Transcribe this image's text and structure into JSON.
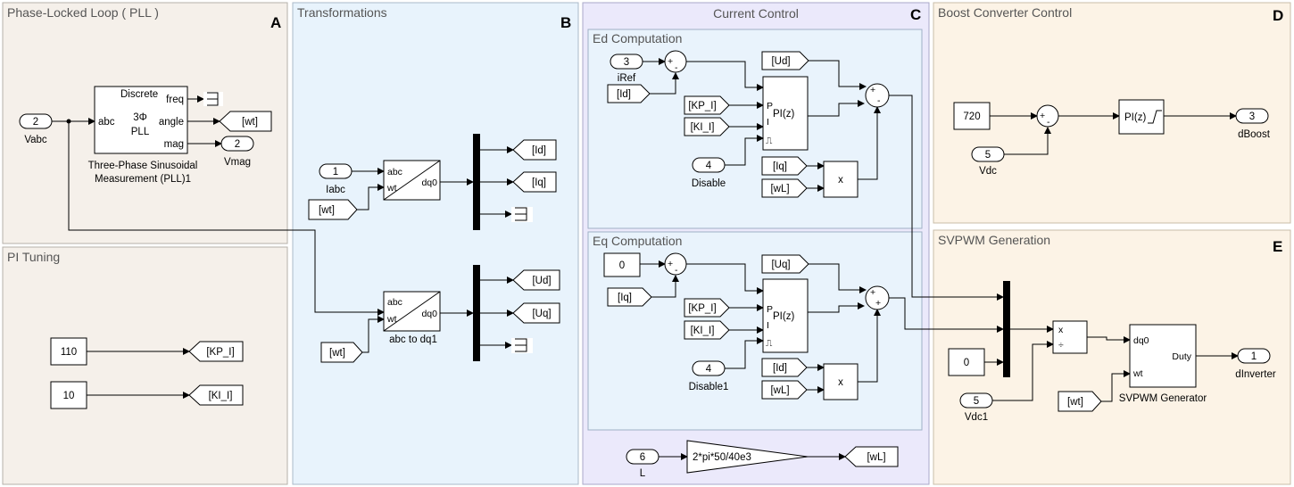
{
  "areas": {
    "A": {
      "title": "Phase-Locked Loop ( PLL )",
      "letter": "A"
    },
    "pi": {
      "title": "PI Tuning"
    },
    "B": {
      "title": "Transformations",
      "letter": "B"
    },
    "C": {
      "title": "Current Control",
      "letter": "C"
    },
    "ed": {
      "title": "Ed Computation"
    },
    "eq": {
      "title": "Eq Computation"
    },
    "D": {
      "title": "Boost Converter Control",
      "letter": "D"
    },
    "E": {
      "title": "SVPWM Generation",
      "letter": "E"
    }
  },
  "colors": {
    "tan": "#f5f0ea",
    "blue": "#e8f3fc",
    "lavender": "#ebe9fb",
    "subpanel": "#e9f3fc",
    "peach": "#fcf3e6"
  },
  "pll": {
    "in_num": "2",
    "in_name": "Vabc",
    "port_in": "abc",
    "line1": "Discrete",
    "line2": "3Φ",
    "line3": "PLL",
    "out1": "freq",
    "out2": "angle",
    "out3": "mag",
    "caption1": "Three-Phase Sinusoidal",
    "caption2": "Measurement (PLL)1",
    "goto_wt": "[wt]",
    "out_num": "2",
    "out_name": "Vmag"
  },
  "pi_tuning": {
    "c1": "110",
    "goto1": "[KP_I]",
    "c2": "10",
    "goto2": "[KI_I]"
  },
  "trans": {
    "in_num": "1",
    "in_name": "Iabc",
    "from_wt": "[wt]",
    "p_abc": "abc",
    "p_wt": "wt",
    "p_dq0": "dq0",
    "goto_id": "[Id]",
    "goto_iq": "[Iq]",
    "from_wt2": "[wt]",
    "caption2": "abc to dq1",
    "goto_ud": "[Ud]",
    "goto_uq": "[Uq]"
  },
  "ed": {
    "in_num": "3",
    "in_name": "iRef",
    "from_id": "[Id]",
    "plus": "+",
    "minus": "-",
    "from_ud": "[Ud]",
    "from_kp": "[KP_I]",
    "from_ki": "[KI_I]",
    "pi_p": "P",
    "pi_i": "I",
    "pi_label": "PI(z)",
    "reset": "⎍",
    "dis_num": "4",
    "dis_name": "Disable",
    "from_iq": "[Iq]",
    "from_wl": "[wL]",
    "mult": "x"
  },
  "eq": {
    "const": "0",
    "from_iq": "[Iq]",
    "plus": "+",
    "minus": "-",
    "from_uq": "[Uq]",
    "from_kp": "[KP_I]",
    "from_ki": "[KI_I]",
    "pi_p": "P",
    "pi_i": "I",
    "pi_label": "PI(z)",
    "reset": "⎍",
    "dis_num": "4",
    "dis_name": "Disable1",
    "from_id": "[Id]",
    "from_wl": "[wL]",
    "mult": "x"
  },
  "cc": {
    "in_num": "6",
    "in_name": "L",
    "gain": "2*pi*50/40e3",
    "goto_wl": "[wL]"
  },
  "boost": {
    "const": "720",
    "in_num": "5",
    "in_name": "Vdc",
    "pi_label": "PI(z)",
    "out_num": "3",
    "out_name": "dBoost"
  },
  "svpwm": {
    "const": "0",
    "in_num": "5",
    "in_name": "Vdc1",
    "prod_x": "x",
    "prod_div": "÷",
    "from_wt": "[wt]",
    "p_dq0": "dq0",
    "p_wt": "wt",
    "p_duty": "Duty",
    "caption": "SVPWM Generator",
    "out_num": "1",
    "out_name": "dInverter"
  }
}
